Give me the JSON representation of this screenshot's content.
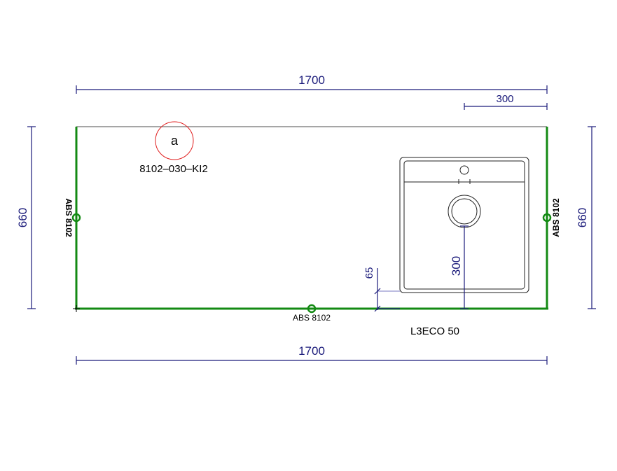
{
  "dimensions": {
    "top_width": "1700",
    "top_offset": "300",
    "left_depth": "660",
    "right_depth": "660",
    "bottom_width": "1700",
    "sink_center": "300",
    "sink_front": "65"
  },
  "labels": {
    "marker": "a",
    "material": "8102–030–KI2",
    "edge_left": "ABS 8102",
    "edge_right": "ABS 8102",
    "edge_bottom": "ABS 8102",
    "sink_model": "L3ECO 50"
  },
  "colors": {
    "edge": "#138a13",
    "dimension": "#1a1a7a",
    "marker": "#e02020"
  }
}
